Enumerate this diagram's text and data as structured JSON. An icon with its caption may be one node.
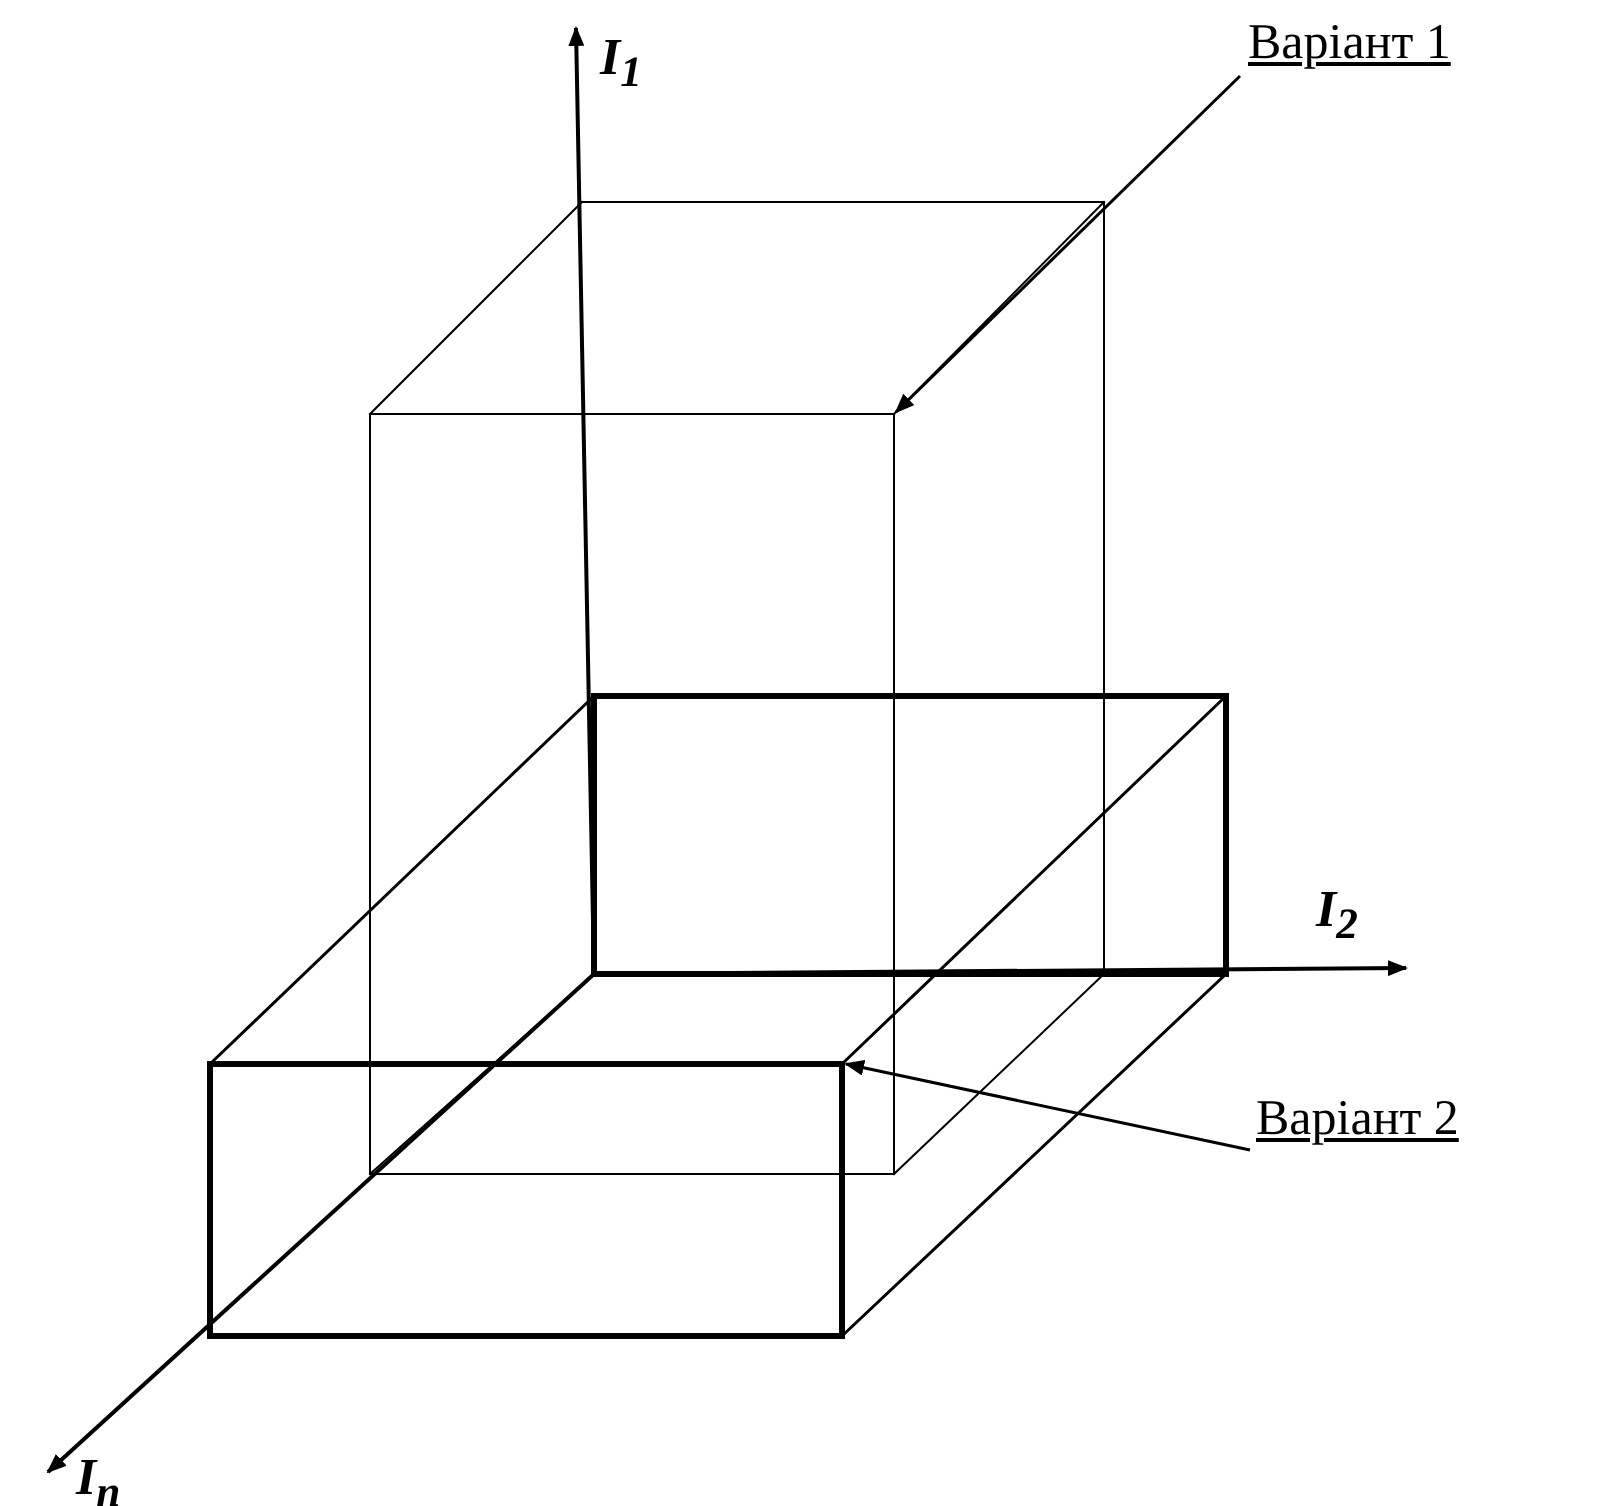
{
  "diagram": {
    "nodes": [
      {
        "text": [
          "Варіант 1"
        ]
      },
      {
        "text": [],
        "shape": "box"
      },
      {
        "text": [
          "Варіант 2"
        ]
      },
      {
        "text": [],
        "shape": "box"
      }
    ],
    "edges": [
      {
        "from": 0,
        "to": 1,
        "arrow": "to"
      },
      {
        "from": 2,
        "to": 3,
        "arrow": "to"
      }
    ],
    "labels": [
      "I$_{1}$",
      "I$_{2}$",
      "I$_{n}$"
    ]
  }
}
